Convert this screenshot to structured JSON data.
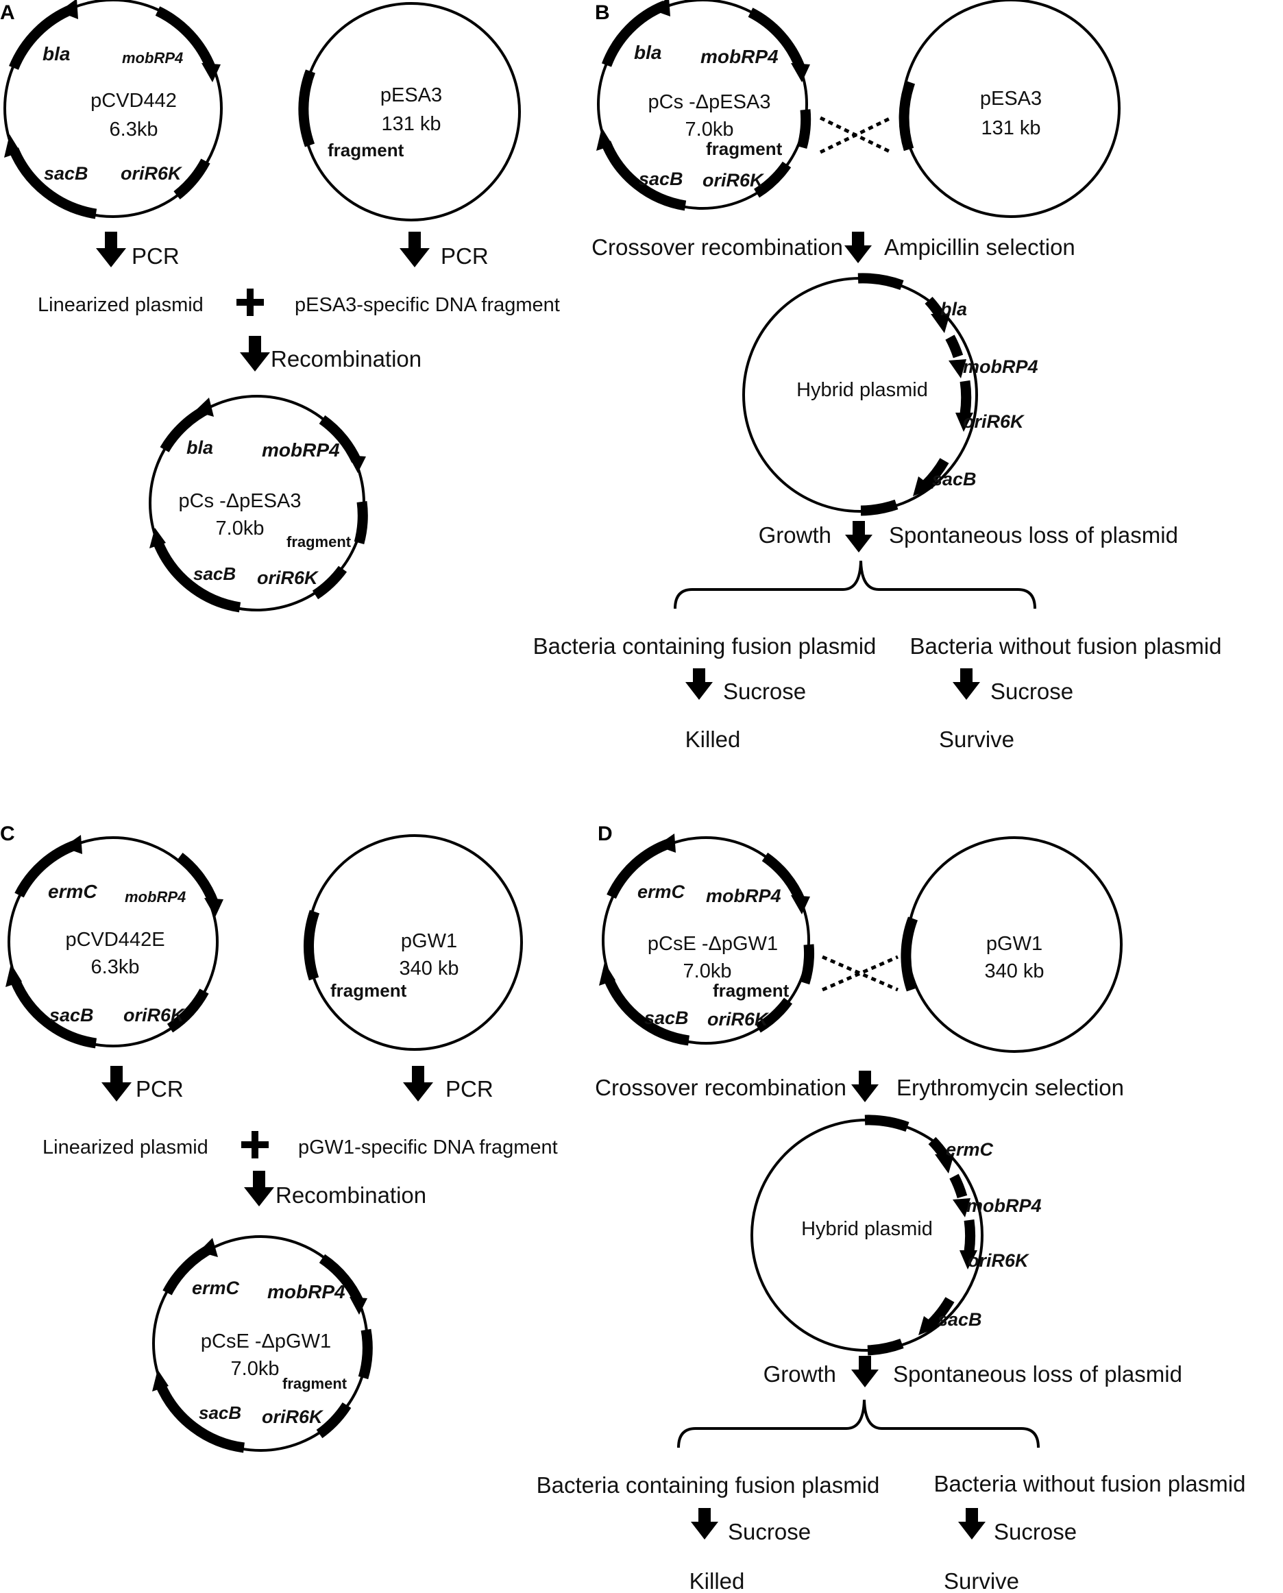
{
  "panels": {
    "A": "A",
    "B": "B",
    "C": "C",
    "D": "D"
  },
  "genes": {
    "bla": "bla",
    "mob": "mobRP4",
    "sacB": "sacB",
    "ori": "oriR6K",
    "erm": "ermC",
    "fragment": "fragment"
  },
  "A": {
    "vector_name": "pCVD442",
    "vector_size": "6.3kb",
    "target_name": "pESA3",
    "target_size": "131 kb",
    "pcr": "PCR",
    "linearized": "Linearized plasmid",
    "specific": "pESA3-specific DNA fragment",
    "recombination": "Recombination",
    "product_name": "pCs -ΔpESA3",
    "product_size": "7.0kb"
  },
  "B": {
    "donor_name": "pCs -ΔpESA3",
    "donor_size": "7.0kb",
    "target_name": "pESA3",
    "target_size": "131 kb",
    "crossover": "Crossover recombination",
    "selection": "Ampicillin selection",
    "hybrid": "Hybrid plasmid",
    "growth": "Growth",
    "loss": "Spontaneous loss of plasmid",
    "with": "Bacteria containing fusion plasmid",
    "without": "Bacteria without fusion plasmid",
    "sucrose": "Sucrose",
    "killed": "Killed",
    "survive": "Survive"
  },
  "C": {
    "vector_name": "pCVD442E",
    "vector_size": "6.3kb",
    "target_name": "pGW1",
    "target_size": "340 kb",
    "pcr": "PCR",
    "linearized": "Linearized plasmid",
    "specific": "pGW1-specific DNA fragment",
    "recombination": "Recombination",
    "product_name": "pCsE -ΔpGW1",
    "product_size": "7.0kb"
  },
  "D": {
    "donor_name": "pCsE -ΔpGW1",
    "donor_size": "7.0kb",
    "target_name": "pGW1",
    "target_size": "340 kb",
    "crossover": "Crossover recombination",
    "selection": "Erythromycin selection",
    "hybrid": "Hybrid plasmid",
    "growth": "Growth",
    "loss": "Spontaneous loss of plasmid",
    "with": "Bacteria containing fusion plasmid",
    "without": "Bacteria without fusion plasmid",
    "sucrose": "Sucrose",
    "killed": "Killed",
    "survive": "Survive"
  }
}
